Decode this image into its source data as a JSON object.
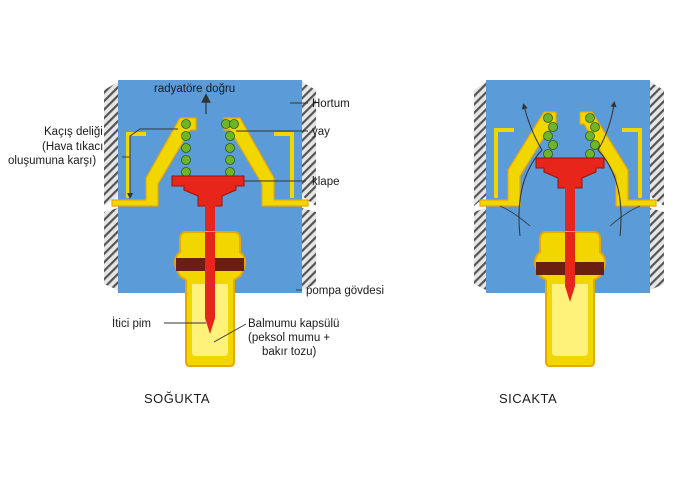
{
  "labels": {
    "radiator": "radyatöre doğru",
    "hose": "Hortum",
    "spring": "yay",
    "vent_hole_1": "Kaçış deliği",
    "vent_hole_2": "(Hava tıkacı",
    "vent_hole_3": "oluşumuna karşı)",
    "valve": "klape",
    "pump_body": "pompa gövdesi",
    "push_pin": "İtici pim",
    "wax_capsule_1": "Balmumu kapsülü",
    "wax_capsule_2": "(peksol mumu +",
    "wax_capsule_3": "bakır tozu)"
  },
  "captions": {
    "cold": "SOĞUKTA",
    "hot": "SICAKTA"
  },
  "colors": {
    "water": "#5b9bd8",
    "hatch": "#555555",
    "wax": "#f2d600",
    "wax_dark": "#e8a800",
    "valve_red": "#e8251a",
    "band": "#6b1f10",
    "spring": "#6fb52b",
    "frame": "#f0c800"
  }
}
